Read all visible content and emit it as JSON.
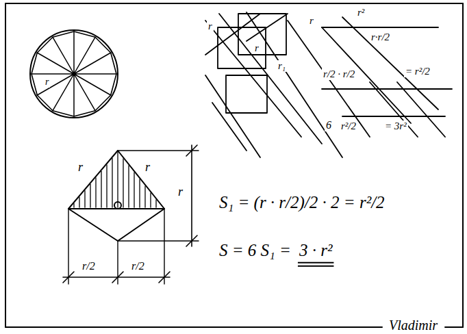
{
  "diagram": {
    "labels": [
      "r",
      "r",
      "r",
      "r₁",
      "r",
      "r²",
      "r·r/2",
      "r/2 · r/2",
      "= r²/2",
      "6",
      "r²/2",
      "= 3r²",
      "r",
      "r",
      "r",
      "r/2",
      "r/2",
      "S₁ = (r · r/2)/2 · 2 = r²/2",
      "S = 6 S₁ =",
      "3 · r²",
      "Vladimir"
    ]
  }
}
